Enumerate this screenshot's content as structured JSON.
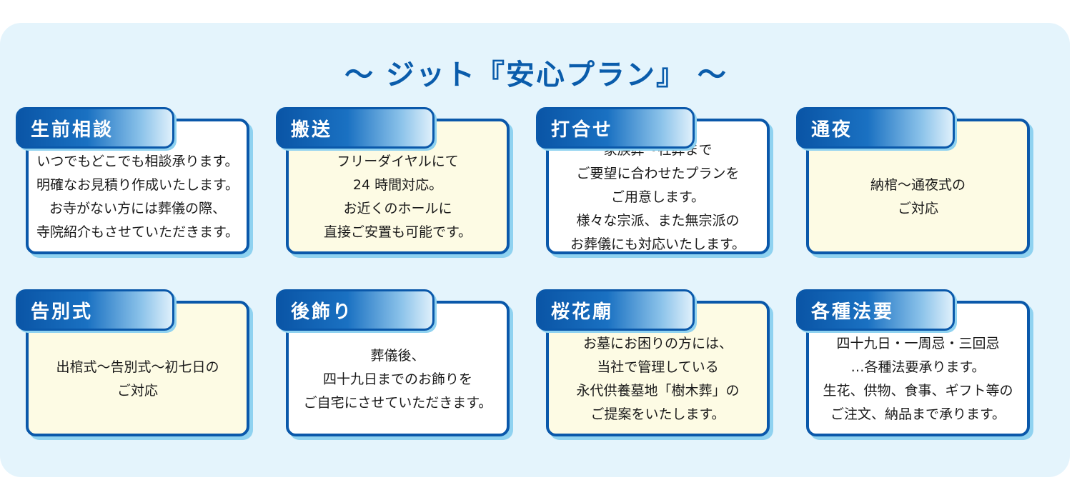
{
  "title": "～ ジット『安心プラン』 ～",
  "cards": [
    {
      "label": "生前相談",
      "text": "いつでもどこでも相談承ります。\n明確なお見積り作成いたします。\nお寺がない方には葬儀の際、\n寺院紹介もさせていただきます。"
    },
    {
      "label": "搬送",
      "text": "フリーダイヤルにて\n24 時間対応。\nお近くのホールに\n直接ご安置も可能です。"
    },
    {
      "label": "打合せ",
      "text": "家族葬～社葬まで\nご要望に合わせたプランを\nご用意します。\n様々な宗派、また無宗派の\nお葬儀にも対応いたします。"
    },
    {
      "label": "通夜",
      "text": "納棺～通夜式の\nご対応"
    },
    {
      "label": "告別式",
      "text": "出棺式～告別式～初七日の\nご対応"
    },
    {
      "label": "後飾り",
      "text": "葬儀後、\n四十九日までのお飾りを\nご自宅にさせていただきます。"
    },
    {
      "label": "桜花廟",
      "text": "お墓にお困りの方には、\n当社で管理している\n永代供養墓地「樹木葬」の\nご提案をいたします。"
    },
    {
      "label": "各種法要",
      "text": "四十九日・一周忌・三回忌\n…各種法要承ります。\n生花、供物、食事、ギフト等の\nご注文、納品まで承ります。"
    }
  ],
  "colors": {
    "panel_bg": "#e4f4fc",
    "accent": "#0a58aa",
    "card_white": "#ffffff",
    "card_cream": "#fdfbe4",
    "shadow": "#8fd2f0"
  }
}
